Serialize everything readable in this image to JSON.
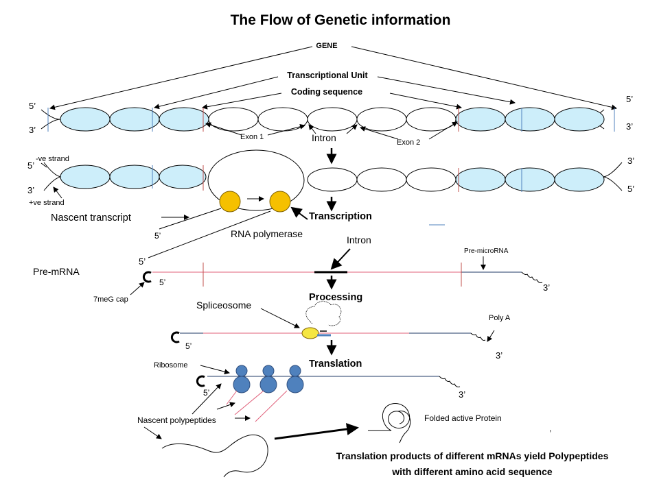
{
  "title": "The Flow of Genetic information",
  "labels": {
    "gene": "GENE",
    "transcriptional_unit": "Transcriptional  Unit",
    "coding_sequence": "Coding sequence",
    "five_prime": "5’",
    "three_prime": "3’",
    "exon1": "Exon 1",
    "exon2": "Exon 2",
    "intron": "Intron",
    "neg_strand": "-ve strand",
    "pos_strand": "+ve strand",
    "nascent_transcript": "Nascent transcript",
    "rna_polymerase": "RNA polymerase",
    "transcription": "Transcription",
    "processing": "Processing",
    "translation": "Translation",
    "pre_mrna": "Pre-mRNA",
    "pre_microrna": "Pre-microRNA",
    "cap": "7meG cap",
    "spliceosome": "Spliceosome",
    "poly_a": "Poly A",
    "ribosome": "Ribosome",
    "nascent_polypeptides": "Nascent polypeptides",
    "folded_protein": "Folded active Protein",
    "conclusion_line1": "Translation products of different mRNAs yield Polypeptides",
    "conclusion_line2": "with  different amino acid sequence"
  },
  "colors": {
    "blue_segment": "#cdeefa",
    "polymerase": "#f5c000",
    "ribosome": "#4f81bd",
    "exon_line": "#c0504d",
    "rna_line": "#1f3864",
    "pink_line": "#e0607a",
    "spliceosome": "#f5e642"
  }
}
